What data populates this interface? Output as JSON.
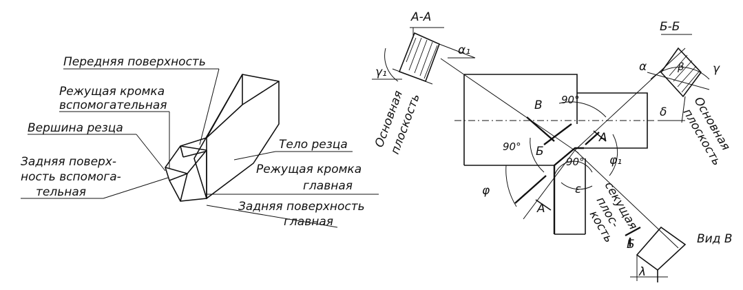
{
  "left": {
    "front_surface": "Передняя поверхность",
    "aux_edge_1": "Режущая кромка",
    "aux_edge_2": "вспомогательная",
    "tip": "Вершина резца",
    "aux_flank_1": "Задняя поверх-",
    "aux_flank_2": "ность вспомога-",
    "aux_flank_3": "тельная",
    "body": "Тело резца",
    "main_edge_1": "Режущая кромка",
    "main_edge_2": "главная",
    "main_flank_1": "Задняя поверхность",
    "main_flank_2": "главная"
  },
  "right": {
    "section_aa": "А-А",
    "section_bb": "Б-Б",
    "alpha1": "α₁",
    "gamma1": "γ₁",
    "alpha": "α",
    "beta": "β",
    "gamma": "γ",
    "delta": "δ",
    "base_plane_left_1": "Основная",
    "base_plane_left_2": "плоскость",
    "base_plane_right_1": "Основная",
    "base_plane_right_2": "плоскость",
    "cutting_plane_1": "секущая",
    "cutting_plane_2": "плос-",
    "cutting_plane_3": "кость",
    "view_v": "Вид В",
    "lambda": "λ",
    "phi": "φ",
    "phi1": "φ₁",
    "epsilon": "ε",
    "angle_90_a": "90°",
    "angle_90_b": "90°",
    "angle_90_c": "90°",
    "mark_v": "В",
    "mark_b_left": "Б",
    "mark_b_right": "Б",
    "mark_a_left": "А",
    "mark_a_right": "А"
  }
}
